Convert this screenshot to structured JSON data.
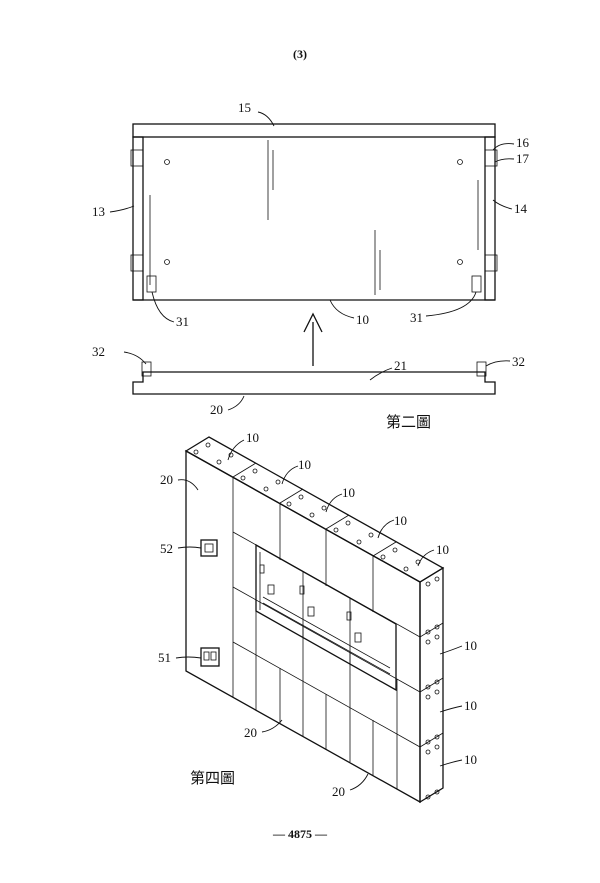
{
  "page_header": "(3)",
  "page_footer": "— 4875 —",
  "figure2": {
    "caption": "第二圖",
    "labels": {
      "l15": "15",
      "l16": "16",
      "l17": "17",
      "l13": "13",
      "l14": "14",
      "l31a": "31",
      "l10": "10",
      "l31b": "31",
      "l32a": "32",
      "l21": "21",
      "l32b": "32",
      "l20": "20"
    }
  },
  "figure4": {
    "caption": "第四圖",
    "labels": {
      "t10a": "10",
      "t10b": "10",
      "t10c": "10",
      "t10d": "10",
      "t10e": "10",
      "t20a": "20",
      "t52": "52",
      "t51": "51",
      "r10a": "10",
      "r10b": "10",
      "r10c": "10",
      "b20a": "20",
      "b20b": "20"
    }
  }
}
